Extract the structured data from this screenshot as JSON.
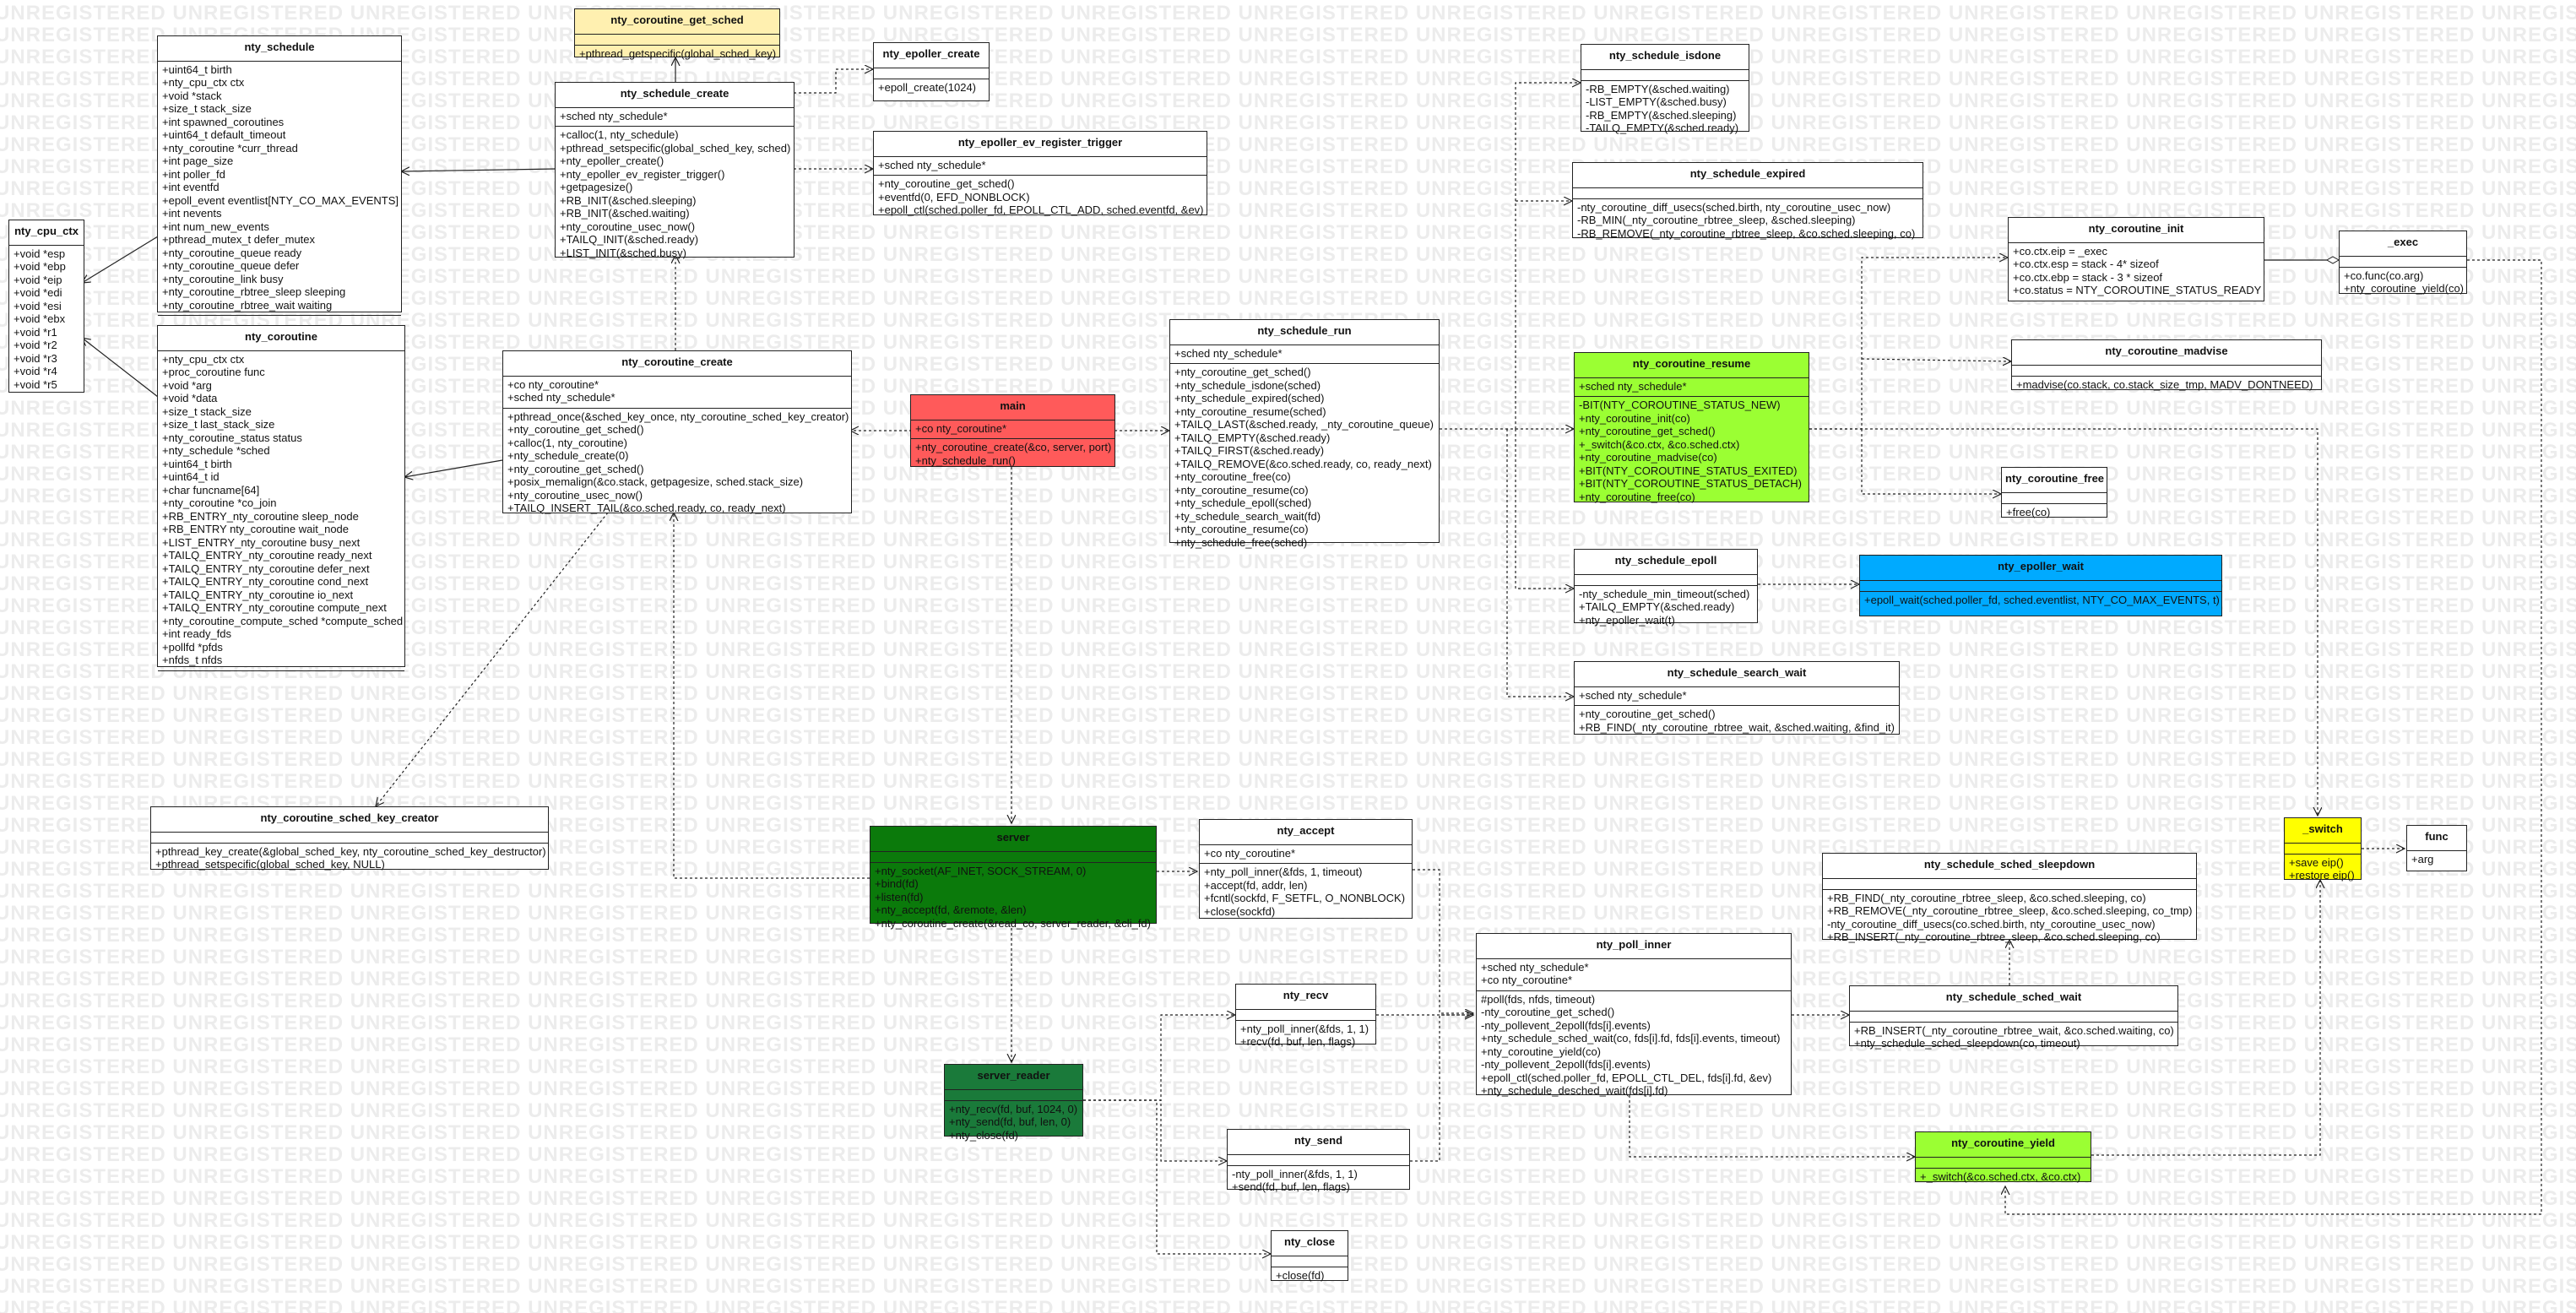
{
  "watermark": "UNREGISTERED",
  "colors": {
    "get_sched": "#fff0b0",
    "main": "#ff5a5a",
    "resume": "#9bff33",
    "epoller_wait": "#00aaff",
    "server": "#0b7a0b",
    "server_reader": "#1a7a3a",
    "switch": "#ffff00",
    "yield": "#9bff33"
  },
  "classes": {
    "nty_cpu_ctx": {
      "title": "nty_cpu_ctx",
      "sections": [
        [
          "+void *esp",
          "+void *ebp",
          "+void *eip",
          "+void *edi",
          "+void *esi",
          "+void *ebx",
          "+void *r1",
          "+void *r2",
          "+void *r3",
          "+void *r4",
          "+void *r5"
        ]
      ]
    },
    "nty_schedule": {
      "title": "nty_schedule",
      "sections": [
        [
          "+uint64_t birth",
          "+nty_cpu_ctx ctx",
          "+void *stack",
          "+size_t stack_size",
          "+int spawned_coroutines",
          "+uint64_t default_timeout",
          "+nty_coroutine *curr_thread",
          "+int page_size",
          "+int poller_fd",
          "+int eventfd",
          "+epoll_event eventlist[NTY_CO_MAX_EVENTS]",
          "+int nevents",
          "+int num_new_events",
          "+pthread_mutex_t defer_mutex",
          "+nty_coroutine_queue ready",
          "+nty_coroutine_queue defer",
          "+nty_coroutine_link busy",
          "+nty_coroutine_rbtree_sleep sleeping",
          "+nty_coroutine_rbtree_wait waiting"
        ],
        []
      ]
    },
    "nty_coroutine": {
      "title": "nty_coroutine",
      "sections": [
        [
          "+nty_cpu_ctx ctx",
          "+proc_coroutine func",
          "+void *arg",
          "+void *data",
          "+size_t stack_size",
          "+size_t last_stack_size",
          "+nty_coroutine_status status",
          "+nty_schedule *sched",
          "+uint64_t birth",
          "+uint64_t id",
          "+char funcname[64]",
          "+nty_coroutine *co_join",
          "+RB_ENTRY_nty_coroutine sleep_node",
          "+RB_ENTRY nty_coroutine wait_node",
          "+LIST_ENTRY_nty_coroutine busy_next",
          "+TAILQ_ENTRY_nty_coroutine ready_next",
          "+TAILQ_ENTRY_nty_coroutine defer_next",
          "+TAILQ_ENTRY_nty_coroutine cond_next",
          "+TAILQ_ENTRY_nty_coroutine io_next",
          "+TAILQ_ENTRY_nty_coroutine compute_next",
          "+nty_coroutine_compute_sched *compute_sched",
          "+int ready_fds",
          "+pollfd *pfds",
          "+nfds_t nfds"
        ],
        []
      ]
    },
    "nty_coroutine_get_sched": {
      "title": "nty_coroutine_get_sched",
      "sections": [
        [],
        [
          "+pthread_getspecific(global_sched_key)"
        ]
      ]
    },
    "nty_schedule_create": {
      "title": "nty_schedule_create",
      "sections": [
        [
          "+sched nty_schedule*"
        ],
        [
          "+calloc(1, nty_schedule)",
          "+pthread_setspecific(global_sched_key, sched)",
          "+nty_epoller_create()",
          "+nty_epoller_ev_register_trigger()",
          "+getpagesize()",
          "+RB_INIT(&sched.sleeping)",
          "+RB_INIT(&sched.waiting)",
          "+nty_coroutine_usec_now()",
          "+TAILQ_INIT(&sched.ready)",
          "+LIST_INIT(&sched.busy)"
        ]
      ]
    },
    "nty_epoller_create": {
      "title": "nty_epoller_create",
      "sections": [
        [],
        [
          "+epoll_create(1024)"
        ]
      ]
    },
    "nty_epoller_ev_register_trigger": {
      "title": "nty_epoller_ev_register_trigger",
      "sections": [
        [
          "+sched nty_schedule*"
        ],
        [
          "+nty_coroutine_get_sched()",
          "+eventfd(0, EFD_NONBLOCK)",
          "+epoll_ctl(sched.poller_fd, EPOLL_CTL_ADD, sched.eventfd, &ev)"
        ]
      ]
    },
    "nty_coroutine_create": {
      "title": "nty_coroutine_create",
      "sections": [
        [
          "+co nty_coroutine*",
          "+sched nty_schedule*"
        ],
        [
          "+pthread_once(&sched_key_once, nty_coroutine_sched_key_creator)",
          "+nty_coroutine_get_sched()",
          "+calloc(1, nty_coroutine)",
          "+nty_schedule_create(0)",
          "+nty_coroutine_get_sched()",
          "+posix_memalign(&co.stack, getpagesize, sched.stack_size)",
          "+nty_coroutine_usec_now()",
          "+TAILQ_INSERT_TAIL(&co.sched.ready, co, ready_next)"
        ]
      ]
    },
    "main": {
      "title": "main",
      "sections": [
        [
          "+co nty_coroutine*"
        ],
        [
          "+nty_coroutine_create(&co, server, port)",
          "+nty_schedule_run()"
        ]
      ]
    },
    "nty_schedule_run": {
      "title": "nty_schedule_run",
      "sections": [
        [
          "+sched nty_schedule*"
        ],
        [
          "+nty_coroutine_get_sched()",
          "+nty_schedule_isdone(sched)",
          "+nty_schedule_expired(sched)",
          "+nty_coroutine_resume(sched)",
          "+TAILQ_LAST(&sched.ready, _nty_coroutine_queue)",
          "+TAILQ_EMPTY(&sched.ready)",
          "+TAILQ_FIRST(&sched.ready)",
          "+TAILQ_REMOVE(&co.sched.ready, co, ready_next)",
          "+nty_coroutine_free(co)",
          "+nty_coroutine_resume(co)",
          "+nty_schedule_epoll(sched)",
          "+ty_schedule_search_wait(fd)",
          "+nty_coroutine_resume(co)",
          "+nty_schedule_free(sched)"
        ]
      ]
    },
    "nty_schedule_isdone": {
      "title": "nty_schedule_isdone",
      "sections": [
        [],
        [
          "-RB_EMPTY(&sched.waiting)",
          "-LIST_EMPTY(&sched.busy)",
          "-RB_EMPTY(&sched.sleeping)",
          "-TAILQ_EMPTY(&sched.ready)"
        ]
      ]
    },
    "nty_schedule_expired": {
      "title": "nty_schedule_expired",
      "sections": [
        [],
        [
          "-nty_coroutine_diff_usecs(sched.birth, nty_coroutine_usec_now)",
          "-RB_MIN(_nty_coroutine_rbtree_sleep, &sched.sleeping)",
          "-RB_REMOVE(_nty_coroutine_rbtree_sleep, &co.sched.sleeping, co)"
        ]
      ]
    },
    "nty_coroutine_resume": {
      "title": "nty_coroutine_resume",
      "sections": [
        [
          "+sched nty_schedule*"
        ],
        [
          "-BIT(NTY_COROUTINE_STATUS_NEW)",
          "+nty_coroutine_init(co)",
          "+nty_coroutine_get_sched()",
          "+_switch(&co.ctx, &co.sched.ctx)",
          "+nty_coroutine_madvise(co)",
          "+BIT(NTY_COROUTINE_STATUS_EXITED)",
          "+BIT(NTY_COROUTINE_STATUS_DETACH)",
          "+nty_coroutine_free(co)"
        ]
      ]
    },
    "nty_coroutine_init": {
      "title": "nty_coroutine_init",
      "sections": [
        [
          "+co.ctx.eip = _exec",
          "+co.ctx.esp = stack - 4* sizeof",
          "+co.ctx.ebp = stack - 3 * sizeof",
          "+co.status = NTY_COROUTINE_STATUS_READY"
        ],
        []
      ]
    },
    "_exec": {
      "title": "_exec",
      "sections": [
        [],
        [
          "+co.func(co.arg)",
          "+nty_coroutine_yield(co)"
        ]
      ]
    },
    "nty_coroutine_madvise": {
      "title": "nty_coroutine_madvise",
      "sections": [
        [],
        [
          "+madvise(co.stack, co.stack_size_tmp, MADV_DONTNEED)"
        ]
      ]
    },
    "nty_coroutine_free": {
      "title": "nty_coroutine_free",
      "sections": [
        [],
        [
          "+free(co)"
        ]
      ]
    },
    "nty_schedule_epoll": {
      "title": "nty_schedule_epoll",
      "sections": [
        [],
        [
          "-nty_schedule_min_timeout(sched)",
          "+TAILQ_EMPTY(&sched.ready)",
          "+nty_epoller_wait(t)"
        ]
      ]
    },
    "nty_epoller_wait": {
      "title": "nty_epoller_wait",
      "sections": [
        [],
        [
          "+epoll_wait(sched.poller_fd, sched.eventlist, NTY_CO_MAX_EVENTS, t)"
        ]
      ]
    },
    "nty_schedule_search_wait": {
      "title": "nty_schedule_search_wait",
      "sections": [
        [
          "+sched nty_schedule*"
        ],
        [
          "+nty_coroutine_get_sched()",
          "+RB_FIND(_nty_coroutine_rbtree_wait, &sched.waiting, &find_it)"
        ]
      ]
    },
    "nty_coroutine_sched_key_creator": {
      "title": "nty_coroutine_sched_key_creator",
      "sections": [
        [],
        [
          "+pthread_key_create(&global_sched_key, nty_coroutine_sched_key_destructor)",
          "+pthread_setspecific(global_sched_key, NULL)"
        ]
      ]
    },
    "server": {
      "title": "server",
      "sections": [
        [],
        [
          "+nty_socket(AF_INET, SOCK_STREAM, 0)",
          "+bind(fd)",
          "+listen(fd)",
          "+nty_accept(fd, &remote, &len)",
          "+nty_coroutine_create(&read_co, server_reader, &cli_fd)"
        ]
      ]
    },
    "nty_accept": {
      "title": "nty_accept",
      "sections": [
        [
          "+co nty_coroutine*"
        ],
        [
          "+nty_poll_inner(&fds, 1, timeout)",
          "+accept(fd, addr, len)",
          "+fcntl(sockfd, F_SETFL, O_NONBLOCK)",
          "+close(sockfd)"
        ]
      ]
    },
    "server_reader": {
      "title": "server_reader",
      "sections": [
        [],
        [
          "+nty_recv(fd, buf, 1024, 0)",
          "+nty_send(fd, buf, len, 0)",
          "+nty_close(fd)"
        ]
      ]
    },
    "nty_recv": {
      "title": "nty_recv",
      "sections": [
        [],
        [
          "+nty_poll_inner(&fds, 1, 1)",
          "+recv(fd, buf, len, flags)"
        ]
      ]
    },
    "nty_send": {
      "title": "nty_send",
      "sections": [
        [],
        [
          "-nty_poll_inner(&fds, 1, 1)",
          "+send(fd, buf, len, flags)"
        ]
      ]
    },
    "nty_close": {
      "title": "nty_close",
      "sections": [
        [],
        [
          "+close(fd)"
        ]
      ]
    },
    "nty_poll_inner": {
      "title": "nty_poll_inner",
      "sections": [
        [
          "+sched nty_schedule*",
          "+co nty_coroutine*"
        ],
        [
          "#poll(fds, nfds, timeout)",
          "-nty_coroutine_get_sched()",
          "-nty_pollevent_2epoll(fds[i].events)",
          "+nty_schedule_sched_wait(co, fds[i].fd, fds[i].events, timeout)",
          "+nty_coroutine_yield(co)",
          "-nty_pollevent_2epoll(fds[i].events)",
          "+epoll_ctl(sched.poller_fd, EPOLL_CTL_DEL, fds[i].fd, &ev)",
          "+nty_schedule_desched_wait(fds[i].fd)"
        ]
      ]
    },
    "nty_schedule_sched_sleepdown": {
      "title": "nty_schedule_sched_sleepdown",
      "sections": [
        [],
        [
          "+RB_FIND(_nty_coroutine_rbtree_sleep, &co.sched.sleeping, co)",
          "+RB_REMOVE(_nty_coroutine_rbtree_sleep, &co.sched.sleeping, co_tmp)",
          "-nty_coroutine_diff_usecs(co.sched.birth, nty_coroutine_usec_now)",
          "+RB_INSERT(_nty_coroutine_rbtree_sleep, &co.sched.sleeping, co)"
        ]
      ]
    },
    "nty_schedule_sched_wait": {
      "title": "nty_schedule_sched_wait",
      "sections": [
        [],
        [
          "+RB_INSERT(_nty_coroutine_rbtree_wait, &co.sched.waiting, co)",
          "+nty_schedule_sched_sleepdown(co, timeout)"
        ]
      ]
    },
    "nty_coroutine_yield": {
      "title": "nty_coroutine_yield",
      "sections": [
        [],
        [
          "+_switch(&co.sched.ctx, &co.ctx)"
        ]
      ]
    },
    "_switch": {
      "title": "_switch",
      "sections": [
        [],
        [
          "+save eip()",
          "+restore eip()"
        ]
      ]
    },
    "func": {
      "title": "func",
      "sections": [
        [
          "+arg"
        ]
      ]
    }
  }
}
